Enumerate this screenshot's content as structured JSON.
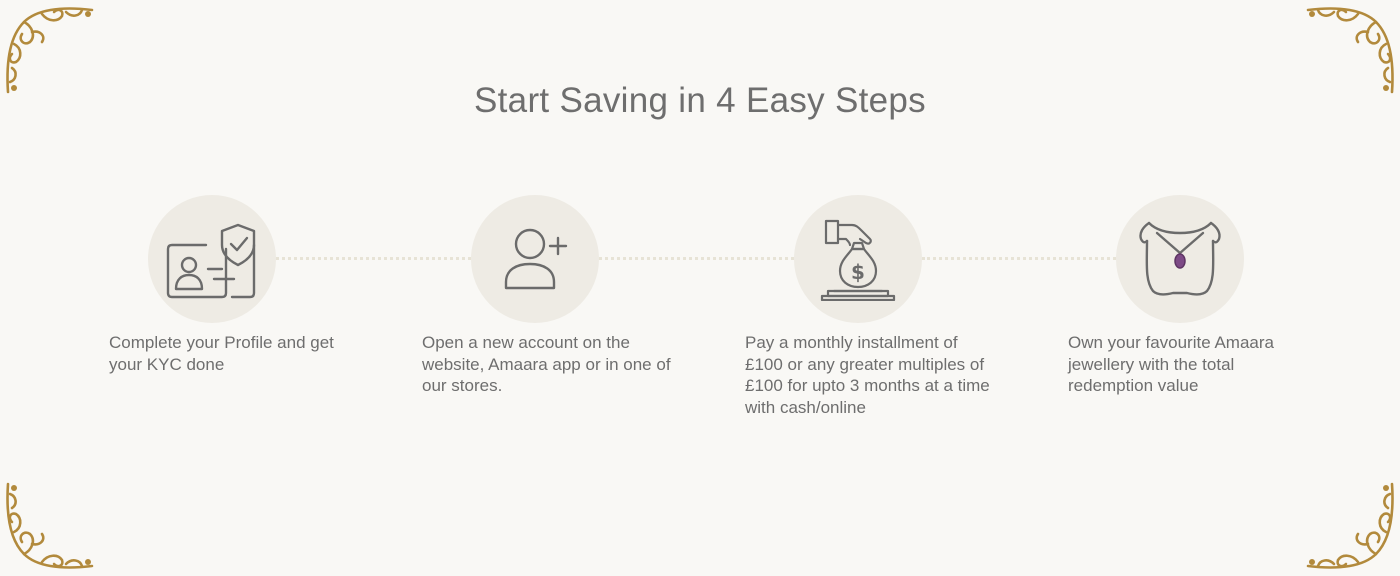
{
  "title": "Start Saving in 4 Easy Steps",
  "colors": {
    "background": "#f9f8f5",
    "circle": "#eeebe4",
    "icon_stroke": "#6b6b6b",
    "gold_ornament": "#b28a3c",
    "pendant": "#7d4a86",
    "text": "#6e6e6e"
  },
  "steps": [
    {
      "icon": "id-card-shield-check-icon",
      "text": "Complete your Profile and get your KYC done"
    },
    {
      "icon": "add-user-icon",
      "text": "Open a new account on the website, Amaara app or in one of our stores."
    },
    {
      "icon": "hand-money-bag-icon",
      "text": "Pay a monthly installment of £100 or any greater multiples of £100 for upto 3 months at a time with cash/online"
    },
    {
      "icon": "necklace-pendant-icon",
      "text": "Own your favourite Amaara jewellery with the total redemption value"
    }
  ]
}
